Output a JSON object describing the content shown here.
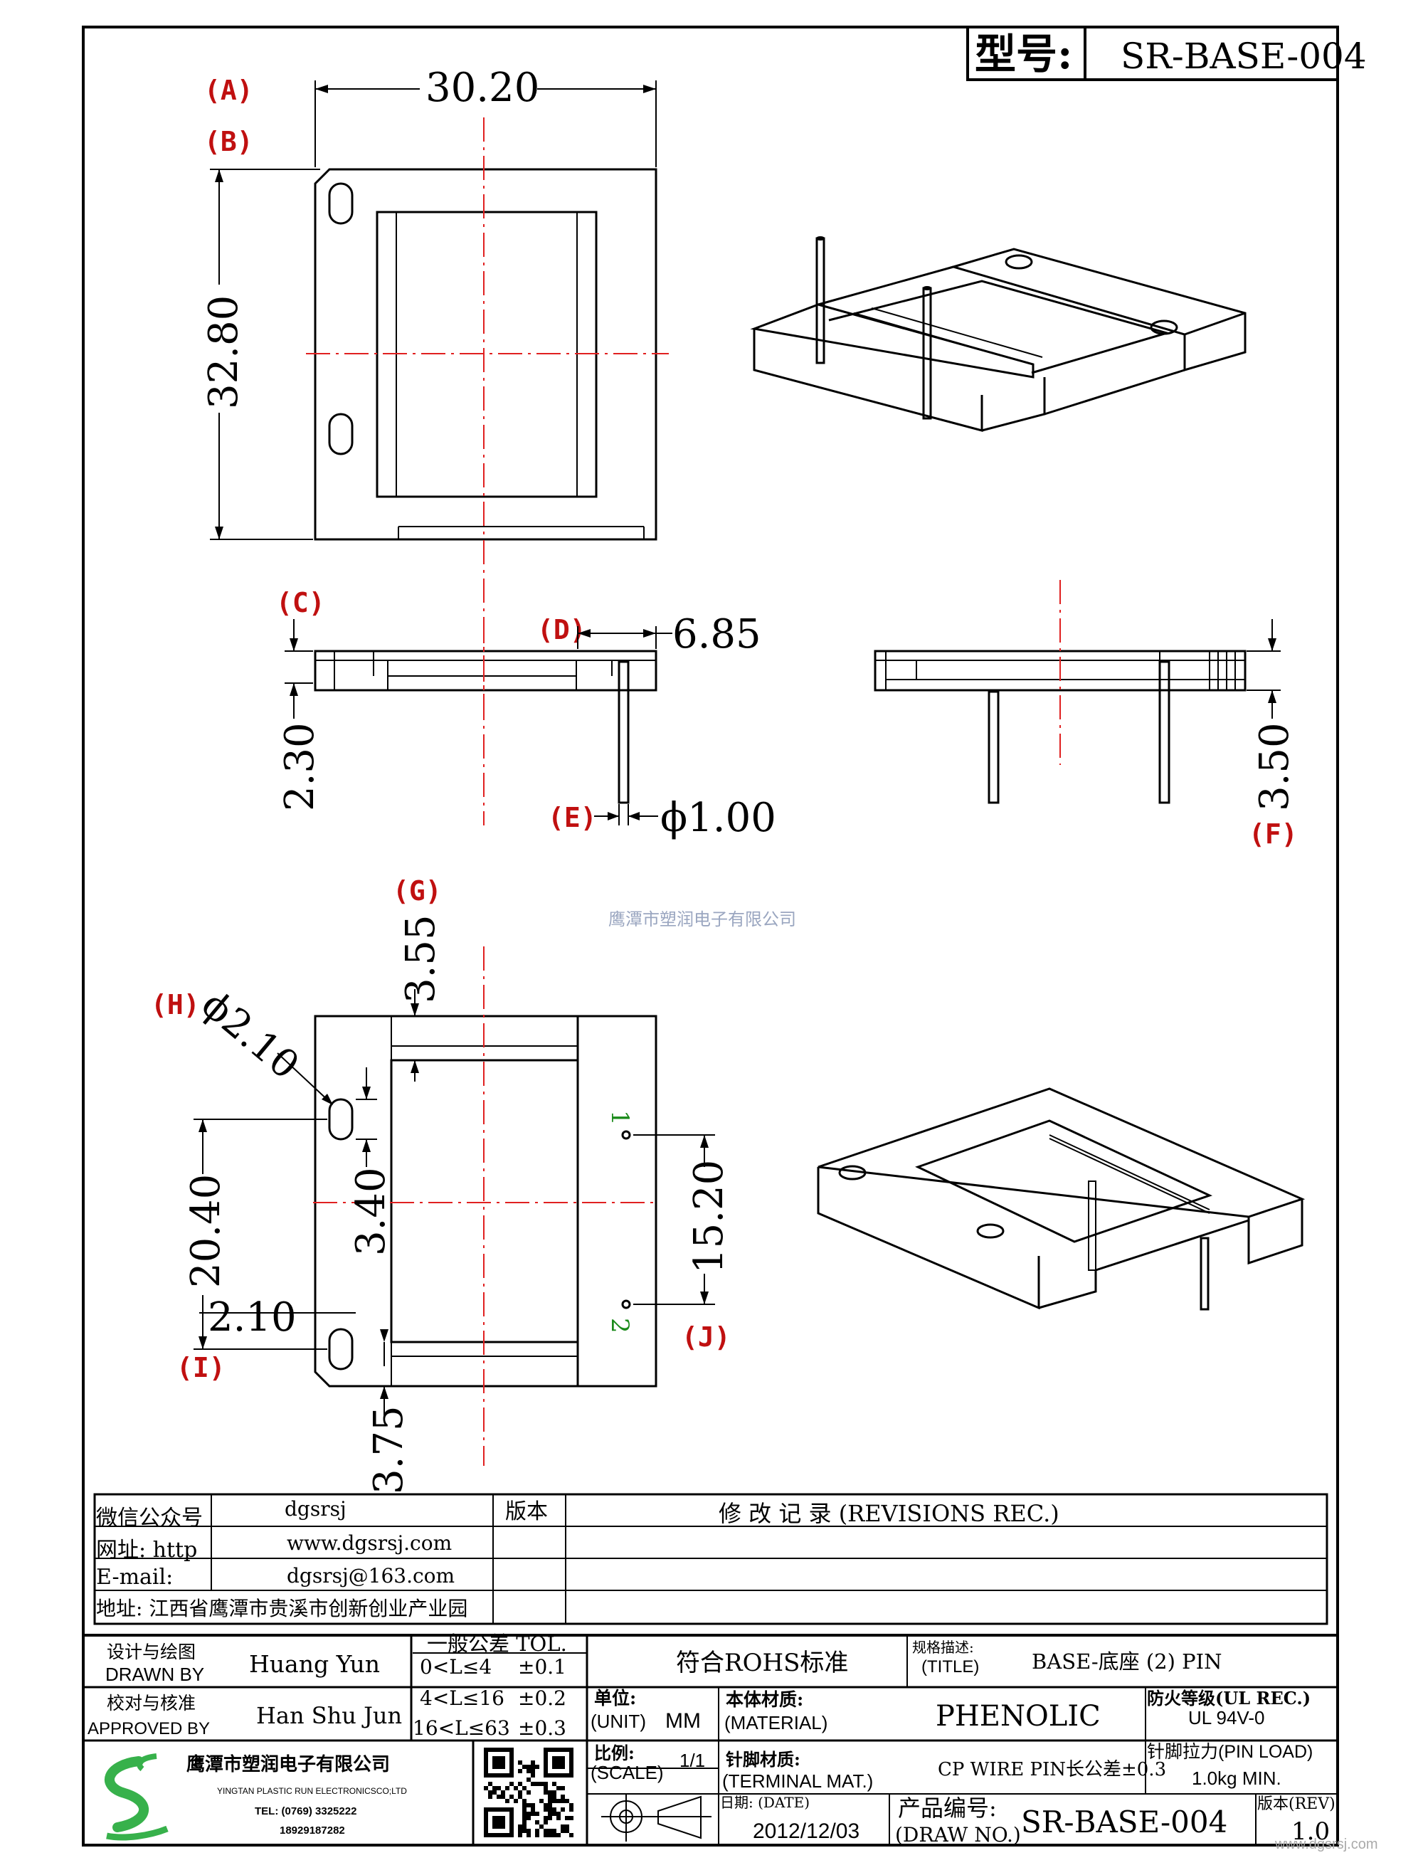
{
  "model": {
    "label": "型号:",
    "value": "SR-BASE-004"
  },
  "callouts": {
    "A": "(A)",
    "B": "(B)",
    "C": "(C)",
    "D": "(D)",
    "E": "(E)",
    "F": "(F)",
    "G": "(G)",
    "H": "(H)",
    "I": "(I)",
    "J": "(J)"
  },
  "dims": {
    "width": "30.20",
    "height": "32.80",
    "thickness": "2.30",
    "rail": "6.85",
    "pin_dia": "ϕ1.00",
    "pin_len": "3.50",
    "top_gap": "3.55",
    "hole_dia": "ϕ2.10",
    "hole_span": "20.40",
    "hole_inset": "2.10",
    "hole_size": "3.40",
    "pin_span": "15.20",
    "bottom_gap": "3.75"
  },
  "pins": {
    "p1": "1",
    "p2": "2"
  },
  "watermark": "鹰潭市塑润电子有限公司",
  "info": {
    "wechat_label": "微信公众号",
    "wechat": "dgsrsj",
    "web_label": "网址: http",
    "web": "www.dgsrsj.com",
    "email_label": "E-mail:",
    "email": "dgsrsj@163.com",
    "address": "地址: 江西省鹰潭市贵溪市创新创业产业园",
    "version_label": "版本",
    "revisions": "修 改 记 录  (REVISIONS REC.)"
  },
  "title_block": {
    "designer_cn": "设计与绘图",
    "designer_en": "DRAWN BY",
    "designer": "Huang Yun",
    "checker_cn": "校对与核准",
    "checker_en": "APPROVED BY",
    "checker": "Han Shu Jun",
    "tol_title": "一般公差 TOL.",
    "tol1_range": "0<L≤4",
    "tol1": "±0.1",
    "tol2_range": "4<L≤16",
    "tol2": "±0.2",
    "tol3_range": "16<L≤63",
    "tol3": "±0.3",
    "rohs": "符合ROHS标准",
    "spec_cn": "规格描述:",
    "spec_en": "(TITLE)",
    "spec": "BASE-底座 (2) PIN",
    "fire_cn": "防火等级(UL REC.)",
    "fire": "UL 94V-0",
    "unit_cn": "单位:",
    "unit_en": "(UNIT)",
    "unit": "MM",
    "mat_cn": "本体材质:",
    "mat_en": "(MATERIAL)",
    "mat": "PHENOLIC",
    "scale_cn": "比例:",
    "scale_en": "(SCALE)",
    "scale": "1/1",
    "term_cn": "针脚材质:",
    "term_en": "(TERMINAL MAT.)",
    "term": "CP WIRE  PIN长公差±0.3",
    "load_cn": "针脚拉力(PIN LOAD)",
    "load": "1.0kg MIN.",
    "date_cn": "日期: (DATE)",
    "date": "2012/12/03",
    "dwg_cn": "产品编号:",
    "dwg_en": "(DRAW NO.)",
    "dwg": "SR-BASE-004",
    "rev_cn": "版本(REV)",
    "rev": "1.0"
  },
  "company": {
    "name": "鹰潭市塑润电子有限公司",
    "name_en": "YINGTAN PLASTIC RUN ELECTRONICSCO;LTD",
    "tel": "TEL: (0769) 3325222",
    "mobile": "18929187282"
  },
  "footer_wm": "www.dgsrsj.com",
  "colors": {
    "center_line": "#e02020",
    "pin_label": "#1a8a1a",
    "callout": "#c01010"
  }
}
